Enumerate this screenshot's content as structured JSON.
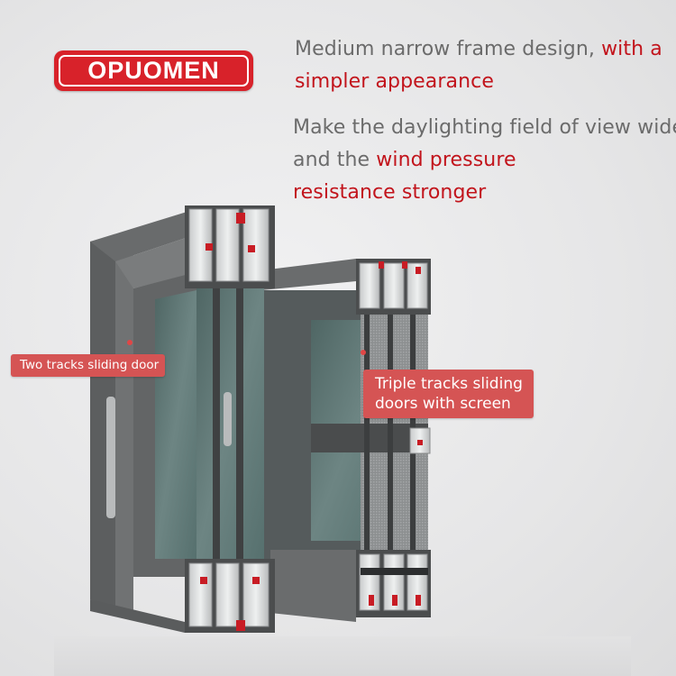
{
  "brand": {
    "logo_text": "OPUOMEN",
    "colors": {
      "red": "#d8222a",
      "highlight": "#c2141c",
      "body_text": "#6b6b6b",
      "label_bg": "#d55454"
    }
  },
  "headline1": {
    "line1_plain": "Medium narrow frame design, ",
    "line1_highlight": "with a",
    "line2_highlight": "simpler appearance"
  },
  "headline2": {
    "line1_plain": "Make the daylighting field of view wider",
    "line2_plain": "and the ",
    "line2_highlight": "wind pressure",
    "line3_highlight": "resistance stronger"
  },
  "labels": {
    "two_tracks": "Two tracks sliding door",
    "triple_line1": "Triple tracks sliding",
    "triple_line2": "doors with screen"
  },
  "icons": [
    "logo-badge",
    "callout-dot",
    "door-handle-icon",
    "aluminum-profile-section"
  ]
}
